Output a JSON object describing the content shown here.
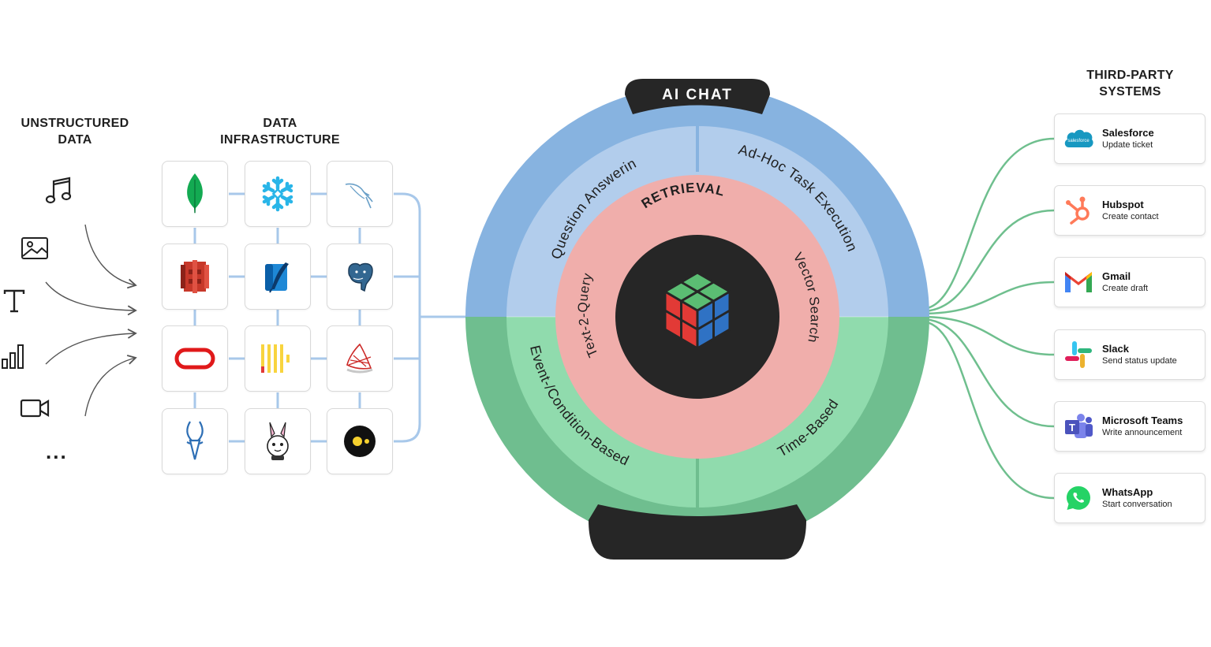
{
  "headings": {
    "unstructured": [
      "UNSTRUCTURED",
      "DATA"
    ],
    "infrastructure": [
      "DATA",
      "INFRASTRUCTURE"
    ],
    "third_party": [
      "THIRD-PARTY",
      "SYSTEMS"
    ]
  },
  "unstructured_icons": [
    "music-note-icon",
    "image-icon",
    "text-icon",
    "bar-chart-icon",
    "video-camera-icon"
  ],
  "more_label": "...",
  "infrastructure_tiles": [
    "mongodb-icon",
    "snowflake-icon",
    "mysql-icon",
    "aws-s3-icon",
    "azure-sql-icon",
    "postgresql-icon",
    "oracle-icon",
    "clickhouse-icon",
    "sql-server-icon",
    "elastic-antelope-icon",
    "supabase-mascot-icon",
    "databox-icon"
  ],
  "wheel": {
    "top_tab": "AI CHAT",
    "bottom_tab": "",
    "top_left_segment": "Question Answering",
    "top_right_segment": "Ad-Hoc Task Execution",
    "bottom_left_segment": "Event-/Condition-Based",
    "bottom_right_segment": "Time-Based",
    "retrieval_title": "RETRIEVAL",
    "retrieval_left": "Text-2-Query",
    "retrieval_right": "Vector Search",
    "core_icon": "cube-icon",
    "colors": {
      "outer_blue": "#87b3e0",
      "inner_blue": "#b2cdec",
      "outer_green": "#6fbe8f",
      "inner_green": "#90dbad",
      "retrieval": "#f0aeab",
      "core": "#262626"
    }
  },
  "third_party": [
    {
      "name": "Salesforce",
      "action": "Update ticket",
      "icon": "salesforce-icon",
      "logo_text": "salesforce"
    },
    {
      "name": "Hubspot",
      "action": "Create contact",
      "icon": "hubspot-icon"
    },
    {
      "name": "Gmail",
      "action": "Create draft",
      "icon": "gmail-icon"
    },
    {
      "name": "Slack",
      "action": "Send status update",
      "icon": "slack-icon"
    },
    {
      "name": "Microsoft Teams",
      "action": "Write announcement",
      "icon": "microsoft-teams-icon"
    },
    {
      "name": "WhatsApp",
      "action": "Start conversation",
      "icon": "whatsapp-icon"
    }
  ],
  "colors": {
    "connector_blue": "#a8c8ea",
    "connector_green": "#6fbf8e",
    "arrow": "#555555"
  }
}
